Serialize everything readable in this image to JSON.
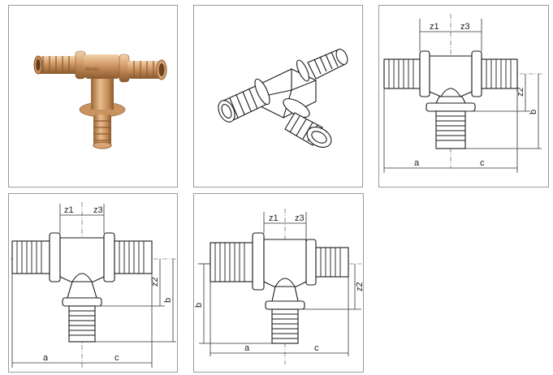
{
  "panels": {
    "photo": {
      "logo_text": "REHAU"
    },
    "drawing_3": {
      "labels": {
        "z1": "z1",
        "z3": "z3",
        "z2": "z2",
        "a": "a",
        "b": "b",
        "c": "c"
      }
    },
    "drawing_4": {
      "labels": {
        "z1": "z1",
        "z3": "z3",
        "z2": "z2",
        "a": "a",
        "b": "b",
        "c": "c"
      }
    },
    "drawing_5": {
      "labels": {
        "z1": "z1",
        "z3": "z3",
        "z2": "z2",
        "a": "a",
        "b": "b",
        "c": "c"
      }
    }
  },
  "colors": {
    "border": "#9a9a9a",
    "brass_light": "#e3b98a",
    "brass_dark": "#a8703f",
    "line": "#1a1a1a"
  }
}
